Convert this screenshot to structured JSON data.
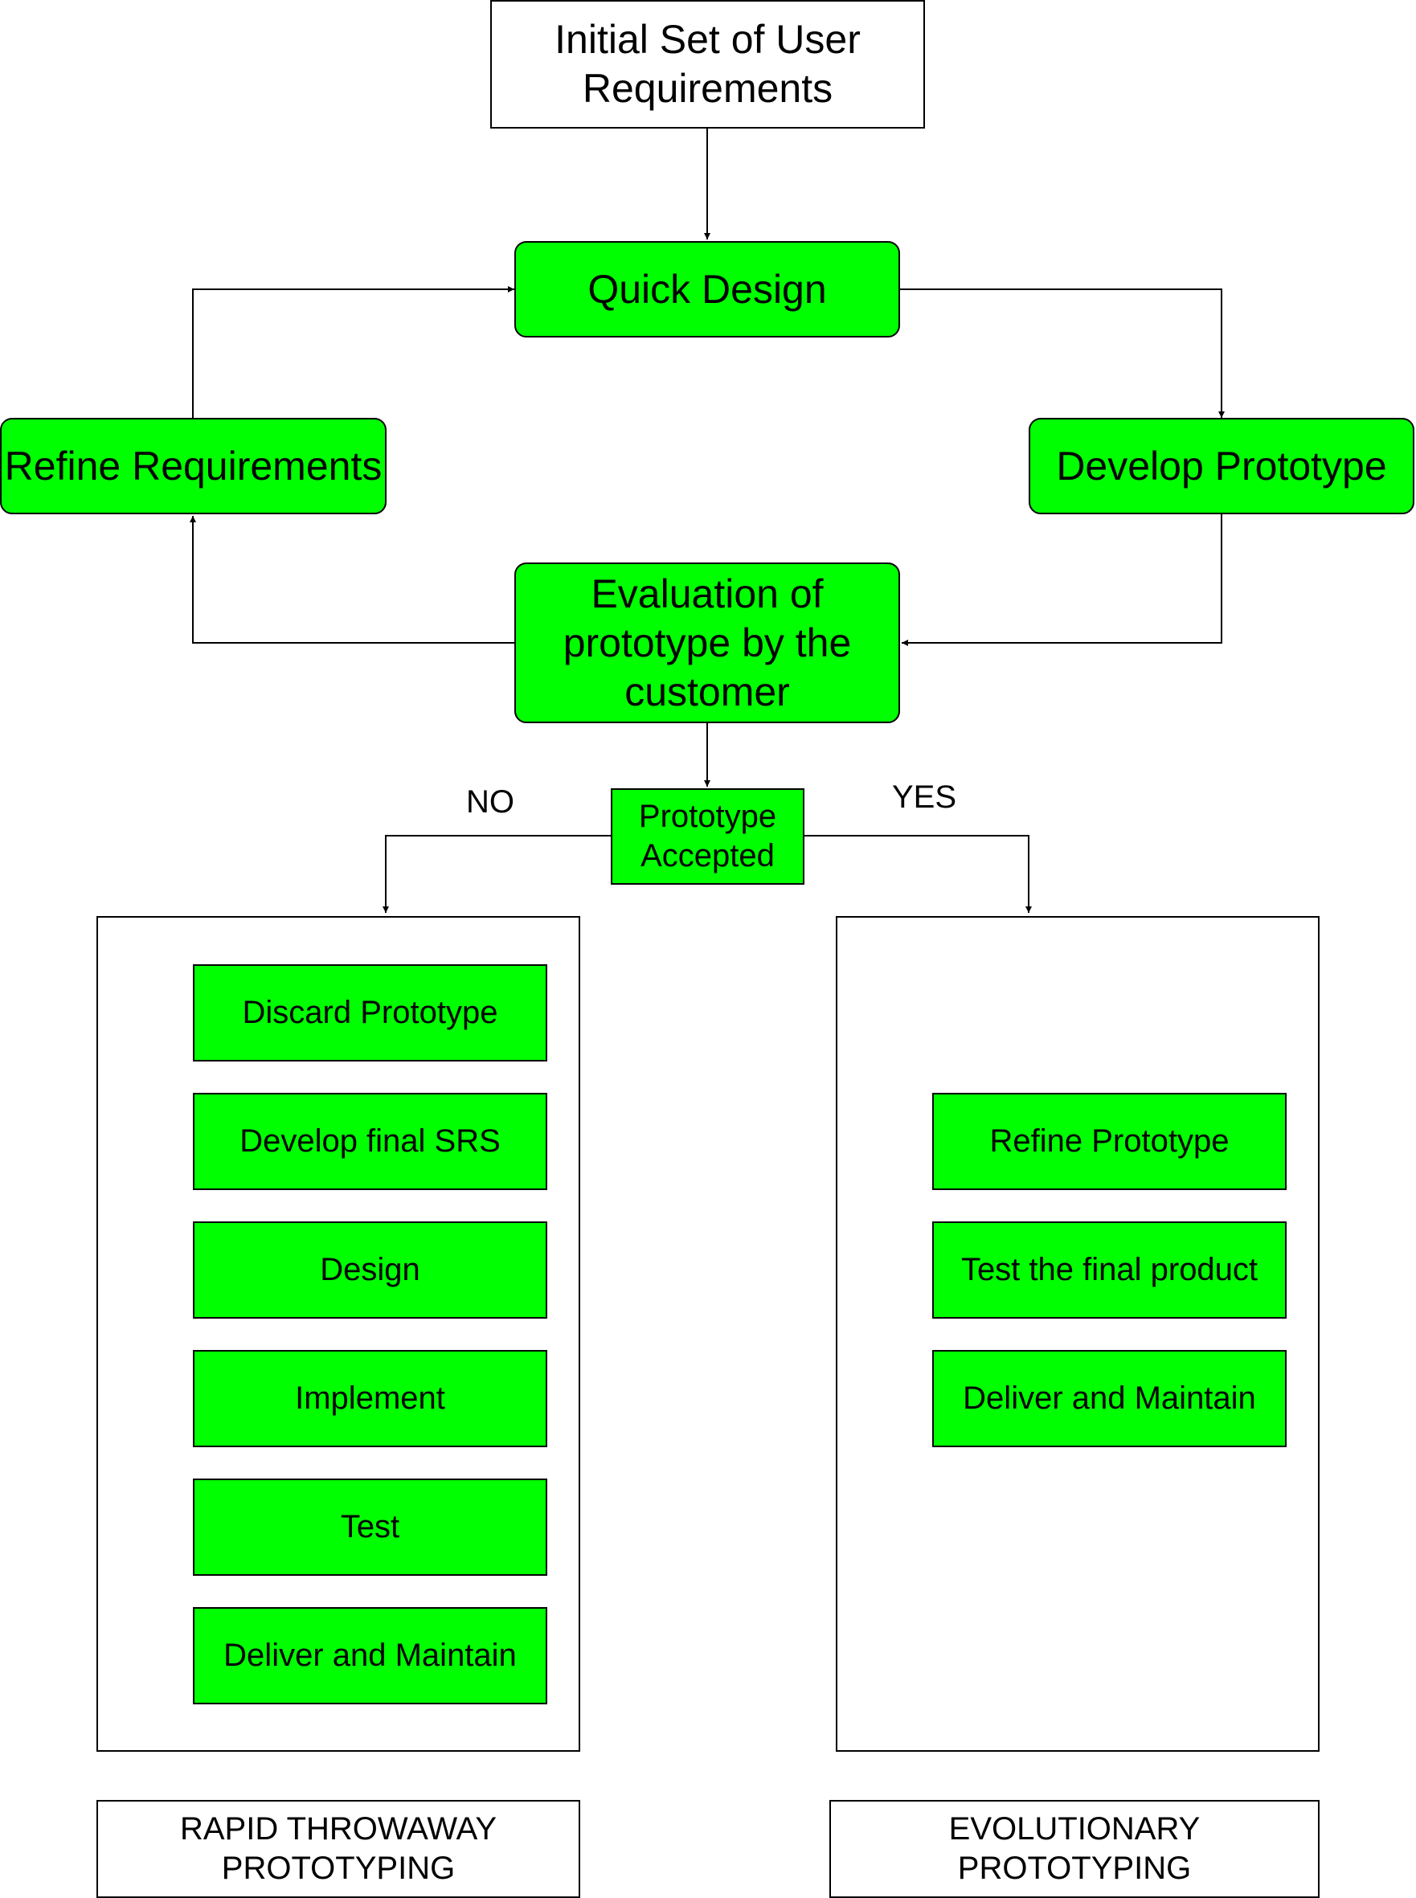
{
  "diagram": {
    "initial": "Initial Set of User Requirements",
    "quick_design": "Quick Design",
    "refine_requirements": "Refine Requirements",
    "develop_prototype": "Develop Prototype",
    "evaluation": "Evaluation of prototype by the customer",
    "decision": "Prototype Accepted",
    "no_label": "NO",
    "yes_label": "YES",
    "rapid": {
      "steps": [
        "Discard Prototype",
        "Develop final SRS",
        "Design",
        "Implement",
        "Test",
        "Deliver and Maintain"
      ],
      "caption": "RAPID THROWAWAY PROTOTYPING"
    },
    "evolutionary": {
      "steps": [
        "Refine Prototype",
        "Test the final product",
        "Deliver and Maintain"
      ],
      "caption": "EVOLUTIONARY PROTOTYPING"
    }
  },
  "colors": {
    "step_fill": "#00ff00",
    "stroke": "#000000",
    "background": "#ffffff"
  }
}
